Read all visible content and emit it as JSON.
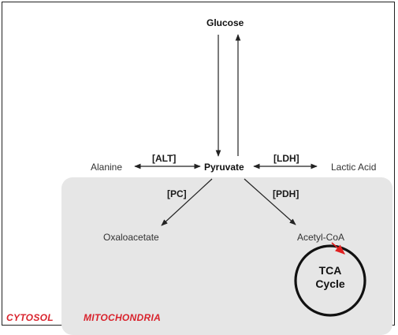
{
  "nodes": {
    "glucose": "Glucose",
    "pyruvate": "Pyruvate",
    "alanine": "Alanine",
    "lactic_acid": "Lactic Acid",
    "oxaloacetate": "Oxaloacetate",
    "acetyl_coa": "Acetyl-CoA",
    "tca_line1": "TCA",
    "tca_line2": "Cycle"
  },
  "enzymes": {
    "alt": "[ALT]",
    "ldh": "[LDH]",
    "pc": "[PC]",
    "pdh": "[PDH]"
  },
  "regions": {
    "cytosol": "CYTOSOL",
    "mitochondria": "MITOCHONDRIA"
  },
  "colors": {
    "region_label": "#d9232d",
    "mitochondria_fill": "#e6e6e6",
    "arrow": "#222222",
    "tca_entry_arrow": "#e02020"
  }
}
